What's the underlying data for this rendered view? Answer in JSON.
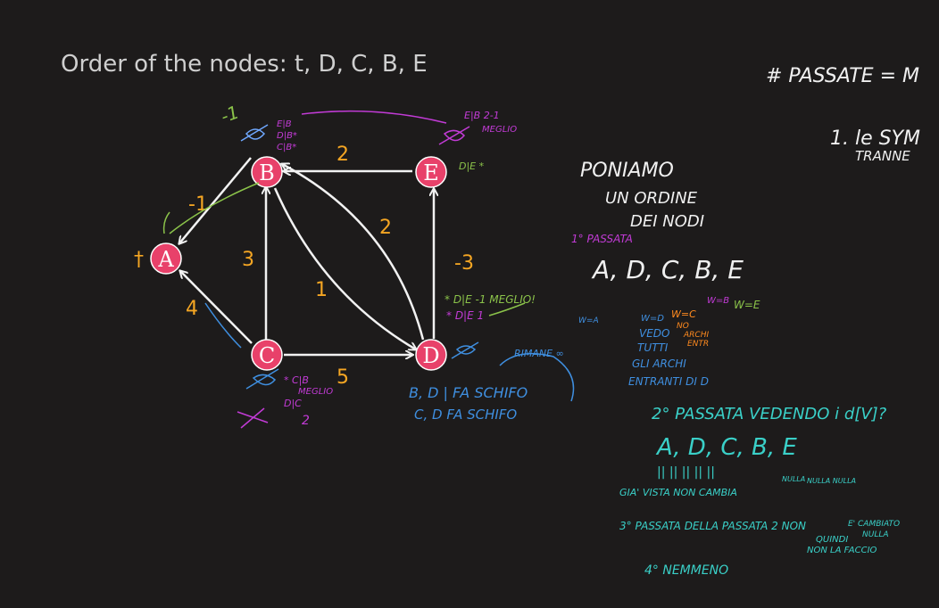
{
  "title": "Order of the nodes: t, D, C, B, E",
  "nodes": {
    "A": {
      "label": "A"
    },
    "B": {
      "label": "B"
    },
    "C": {
      "label": "C"
    },
    "D": {
      "label": "D"
    },
    "E": {
      "label": "E"
    },
    "t_marker": "†"
  },
  "weights": {
    "B_A": "-1",
    "C_B": "3",
    "C_A": "4",
    "E_B": "2",
    "D_B_curve": "2",
    "B_D": "1",
    "D_E": "-3",
    "C_D": "5"
  },
  "notes": {
    "top_right": "# PASSATE = M",
    "top_right_2a": "1. le SYM",
    "top_right_2b": "TRANNE",
    "poniamo_1": "PONIAMO",
    "poniamo_2": "UN ORDINE",
    "poniamo_3": "DEI NODI",
    "pass1": "1° PASSATA",
    "order1": "A, D, C, B, E",
    "w_a": "W=A",
    "w_d": "W=D",
    "w_c": "W=C",
    "w_b": "W=B",
    "w_e": "W=E",
    "vedo1": "VEDO",
    "vedo2": "TUTTI",
    "vedo3": "GLI ARCHI",
    "vedo4": "ENTRANTI DI D",
    "no_archi1": "NO",
    "no_archi2": "ARCHI",
    "no_archi3": "ENTR",
    "pass2": "2° PASSATA VEDENDO i d[V]?",
    "order2": "A, D, C, B, E",
    "marks2": "||  ||   ||   ||  ||",
    "gia": "GIA' VISTA NON CAMBIA",
    "nulla1": "NULLA",
    "nulla2": "NULLA NULLA",
    "pass3": "3° PASSATA DELLA PASSATA 2 NON",
    "cambiato1": "E' CAMBIATO",
    "cambiato2": "NULLA",
    "quindi1": "QUINDI",
    "quindi2": "NON LA FACCIO",
    "pass4": "4° NEMMENO",
    "b_label": "-1",
    "eib_b": "E|B",
    "dib_b": "D|B*",
    "cib_b": "C|B*",
    "eib_e": "E|B  2-1",
    "meglio_e": "MEGLIO",
    "die_e": "D|E *",
    "a_minus1": "-1",
    "die_d1": "* D|E  -1 MEGLIO!",
    "die_d2": "* D|E  1",
    "rimane": "RIMANE ∞",
    "bd_fa": "B, D | FA SCHIFO",
    "cd_fa": "C, D  FA SCHIFO",
    "cib_c": "* C|B",
    "meglio_c": "MEGLIO",
    "dic_c": "D|C",
    "two_c": "2"
  },
  "colors": {
    "background": "#1d1b1b",
    "node_fill": "#e8416a",
    "edge": "#f2f2f2",
    "weight": "#f5a623",
    "green": "#8bc34a",
    "magenta": "#c23bd6",
    "blue": "#3f8fe0",
    "cyan": "#3ad0c8",
    "white_note": "#f0f0f0",
    "orange_note": "#ff8a1e"
  }
}
